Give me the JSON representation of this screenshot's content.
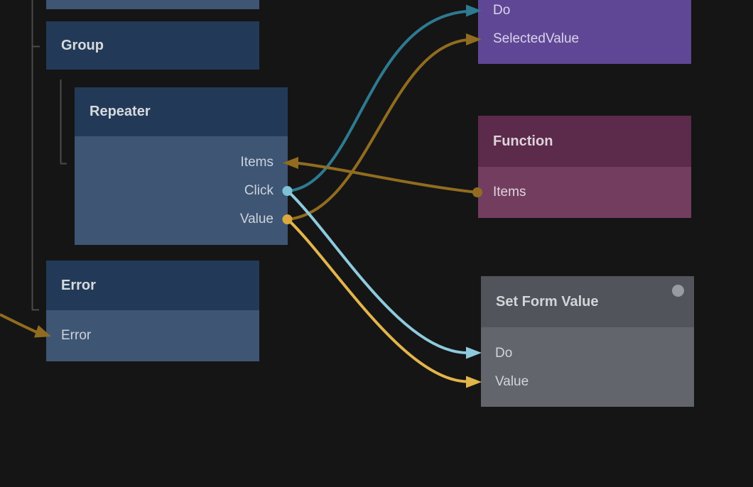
{
  "canvas": {
    "background": "#151515"
  },
  "colors": {
    "background": "#151515",
    "navy_header": "#223a57",
    "navy_body": "#3e5574",
    "purple_body": "#5f4795",
    "magenta_header": "#5c2a4b",
    "magenta_body": "#733d60",
    "gray_header": "#51545b",
    "gray_body": "#62656c",
    "gray_indicator": "#989ba1",
    "signal_dim": "#2e7a91",
    "signal_bright": "#8ecadd",
    "data_dim": "#916c20",
    "data_bright": "#e2b54b",
    "dot_signal": "#7fc2d7",
    "dot_data": "#d9a93f",
    "tree_line": "#4b4b4b",
    "text_light": "#d7dade"
  },
  "nodes": {
    "group": {
      "title": "Group"
    },
    "repeater": {
      "title": "Repeater",
      "ports": [
        {
          "label": "Items"
        },
        {
          "label": "Click"
        },
        {
          "label": "Value"
        }
      ]
    },
    "error": {
      "title": "Error",
      "ports": [
        {
          "label": "Error"
        }
      ]
    },
    "purple_partial": {
      "ports": [
        {
          "label": "Do"
        },
        {
          "label": "SelectedValue"
        }
      ]
    },
    "function": {
      "title": "Function",
      "ports": [
        {
          "label": "Items"
        }
      ]
    },
    "set_form_value": {
      "title": "Set Form Value",
      "ports": [
        {
          "label": "Do"
        },
        {
          "label": "Value"
        }
      ]
    }
  },
  "connections": [
    {
      "from_node": "repeater",
      "from_port": "Click",
      "to_node": "purple_partial",
      "to_port": "Do",
      "style": "signal-dim",
      "color": "#2e7a91"
    },
    {
      "from_node": "repeater",
      "from_port": "Value",
      "to_node": "purple_partial",
      "to_port": "SelectedValue",
      "style": "data-dim",
      "color": "#916c20"
    },
    {
      "from_node": "function",
      "from_port": "Items",
      "to_node": "repeater",
      "to_port": "Items",
      "style": "data-dim",
      "color": "#916c20"
    },
    {
      "from_node": "repeater",
      "from_port": "Click",
      "to_node": "set_form_value",
      "to_port": "Do",
      "style": "signal-bright",
      "color": "#8ecadd"
    },
    {
      "from_node": "repeater",
      "from_port": "Value",
      "to_node": "set_form_value",
      "to_port": "Value",
      "style": "data-bright",
      "color": "#e2b54b"
    },
    {
      "from_node": "offscreen-left",
      "from_port": "",
      "to_node": "error",
      "to_port": "Error",
      "style": "data-dim",
      "color": "#916c20"
    }
  ]
}
